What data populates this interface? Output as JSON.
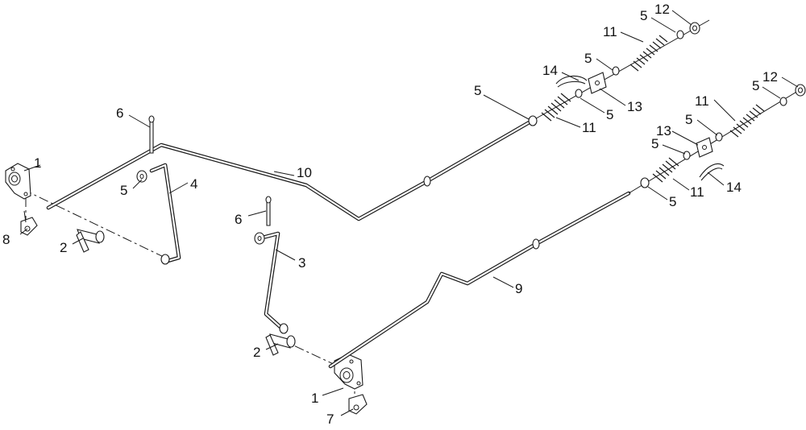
{
  "callouts": {
    "c1a": "1",
    "c1b": "1",
    "c2a": "2",
    "c2b": "2",
    "c3": "3",
    "c4": "4",
    "c5a": "5",
    "c5b": "5",
    "c5c": "5",
    "c5d": "5",
    "c5e": "5",
    "c5f": "5",
    "c5g": "5",
    "c5h": "5",
    "c5i": "5",
    "c6a": "6",
    "c6b": "6",
    "c7": "7",
    "c8": "8",
    "c9": "9",
    "c10": "10",
    "c11a": "11",
    "c11b": "11",
    "c11c": "11",
    "c11d": "11",
    "c12a": "12",
    "c12b": "12",
    "c13a": "13",
    "c13b": "13",
    "c14a": "14",
    "c14b": "14"
  }
}
